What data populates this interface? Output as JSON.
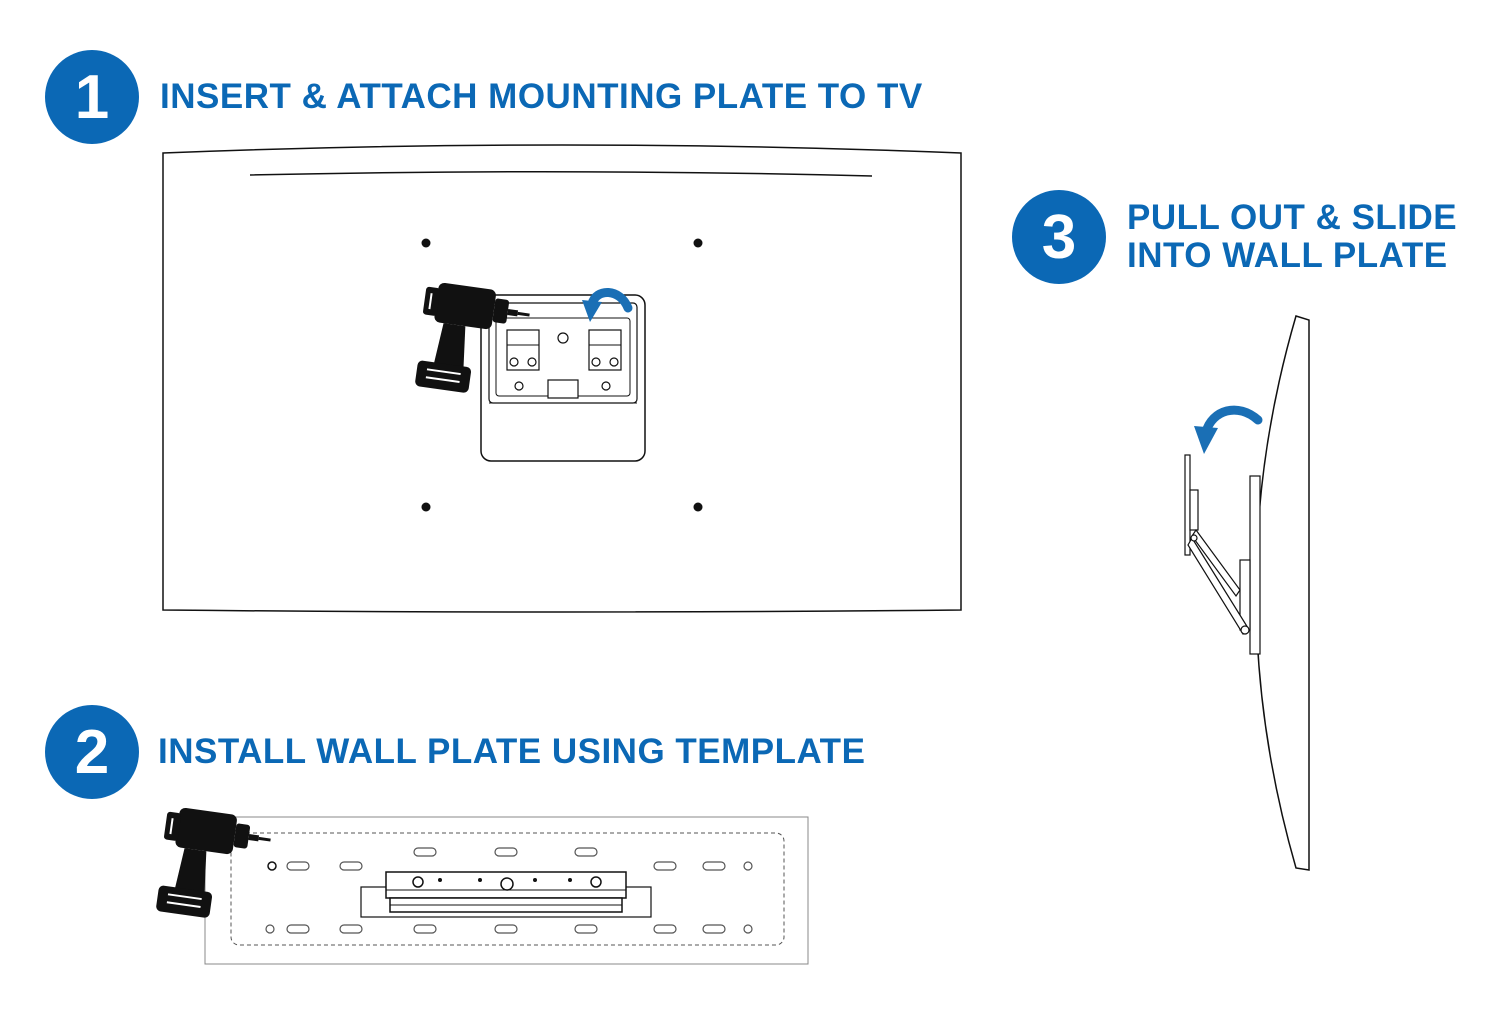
{
  "steps": [
    {
      "number": "1",
      "title": "INSERT & ATTACH MOUNTING PLATE TO TV"
    },
    {
      "number": "2",
      "title": "INSTALL WALL PLATE USING TEMPLATE"
    },
    {
      "number": "3",
      "title_line1": "PULL OUT & SLIDE",
      "title_line2": "INTO WALL PLATE"
    }
  ],
  "colors": {
    "accent": "#0b68b5",
    "line": "#111111",
    "arrow": "#1a6fb5"
  },
  "icons": [
    "power-drill-icon",
    "curved-arrow-icon"
  ]
}
